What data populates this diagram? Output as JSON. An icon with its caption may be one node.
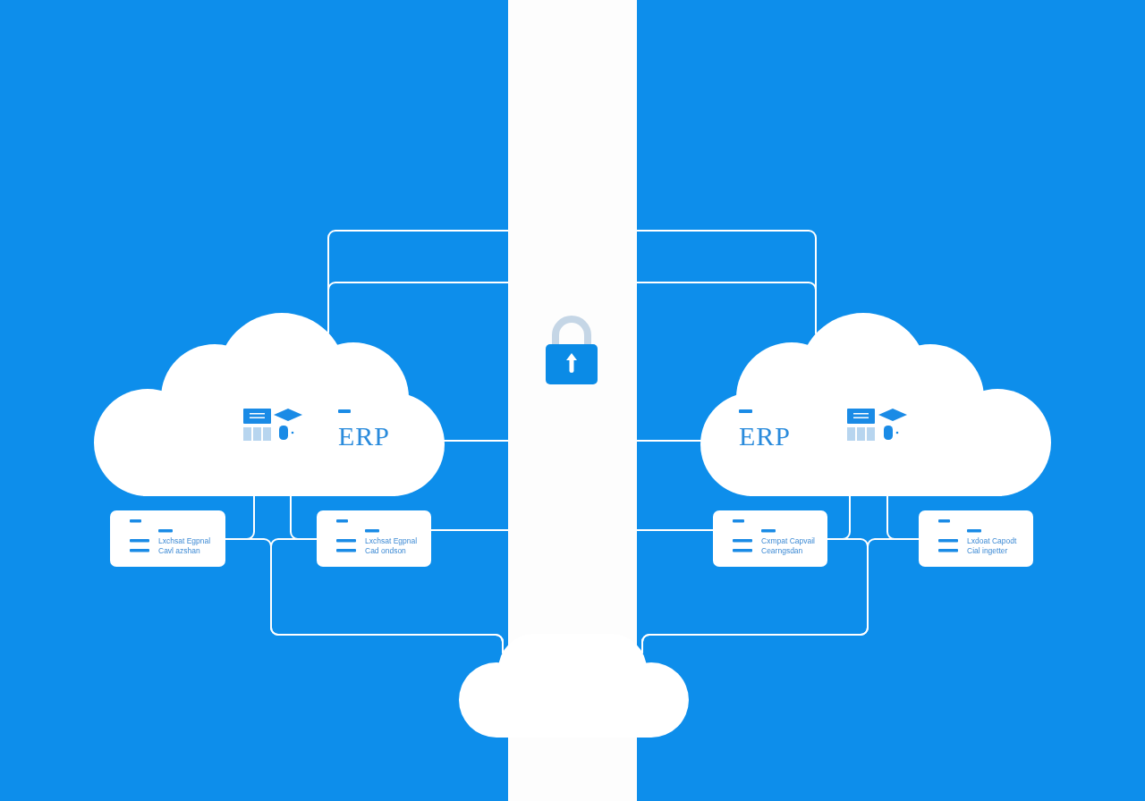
{
  "diagram": {
    "nodes": [
      {
        "text": [],
        "shape": "bar"
      },
      {
        "text": [
          "ERP"
        ]
      },
      {
        "text": [
          "ERP"
        ]
      },
      {
        "text": [
          "Lxchsat Egpnal Cavl azshan"
        ]
      },
      {
        "text": [
          "Lxchsat Egpnal Cad ondson"
        ]
      },
      {
        "text": [
          "Cxmpat Capvail Cearngsdan"
        ]
      },
      {
        "text": [
          "Lxdoat Capodt Cial ingetter"
        ]
      },
      {
        "text": [],
        "shape": "cloud"
      }
    ],
    "edges": [
      {
        "from": 1,
        "to": 0,
        "arrow": "none"
      },
      {
        "from": 1,
        "to": 0,
        "arrow": "none"
      },
      {
        "from": 1,
        "to": 0,
        "arrow": "none"
      },
      {
        "from": 2,
        "to": 0,
        "arrow": "none"
      },
      {
        "from": 2,
        "to": 0,
        "arrow": "none"
      },
      {
        "from": 2,
        "to": 0,
        "arrow": "none"
      },
      {
        "from": 1,
        "to": 3,
        "arrow": "none"
      },
      {
        "from": 1,
        "to": 4,
        "arrow": "none"
      },
      {
        "from": 4,
        "to": 0,
        "arrow": "none"
      },
      {
        "from": 3,
        "to": 7,
        "arrow": "none"
      },
      {
        "from": 4,
        "to": 7,
        "arrow": "none"
      },
      {
        "from": 2,
        "to": 5,
        "arrow": "none"
      },
      {
        "from": 2,
        "to": 6,
        "arrow": "none"
      },
      {
        "from": 5,
        "to": 0,
        "arrow": "none"
      },
      {
        "from": 5,
        "to": 7,
        "arrow": "none"
      },
      {
        "from": 6,
        "to": 7,
        "arrow": "none"
      }
    ]
  }
}
